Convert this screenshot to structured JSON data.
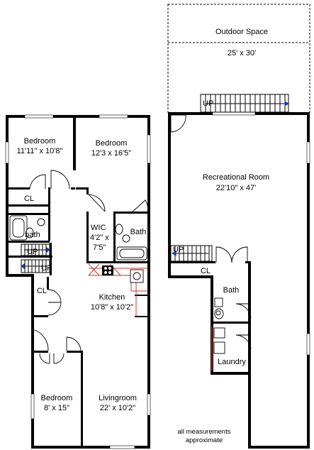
{
  "rooms": {
    "bedroom_1": {
      "name": "Bedroom",
      "size": "11'11\" x 10'8\""
    },
    "bedroom_2": {
      "name": "Bedroom",
      "size": "12'3 x 16'5\""
    },
    "bedroom_3": {
      "name": "Bedroom",
      "size": "8' x 15\""
    },
    "kitchen": {
      "name": "Kitchen",
      "size": "10'8\" x 10'2\""
    },
    "livingroom": {
      "name": "Livingroom",
      "size": "22' x 10'2\""
    },
    "wic": {
      "name": "WIC",
      "size_line1": "4'2\" x",
      "size_line2": "7'5\""
    },
    "bath_upper": {
      "name": "Bath"
    },
    "bath_small": {
      "name": "bath"
    },
    "closet_1": {
      "name": "CL"
    },
    "closet_2": {
      "name": "CL"
    },
    "outdoor": {
      "name": "Outdoor Space",
      "size": "25' x 30'"
    },
    "recreational": {
      "name": "Recreational Room",
      "size": "22'10\" x 47'"
    },
    "closet_lower": {
      "name": "CL"
    },
    "bath_lower": {
      "name": "Bath"
    },
    "laundry": {
      "name": "Laundry"
    }
  },
  "stairs": {
    "label": "UP"
  },
  "note": {
    "line1": "all measurements",
    "line2": "approximate"
  },
  "colors": {
    "wall": "#000000",
    "counter": "#c0392b",
    "stair_arrow": "#1e3aa8"
  }
}
